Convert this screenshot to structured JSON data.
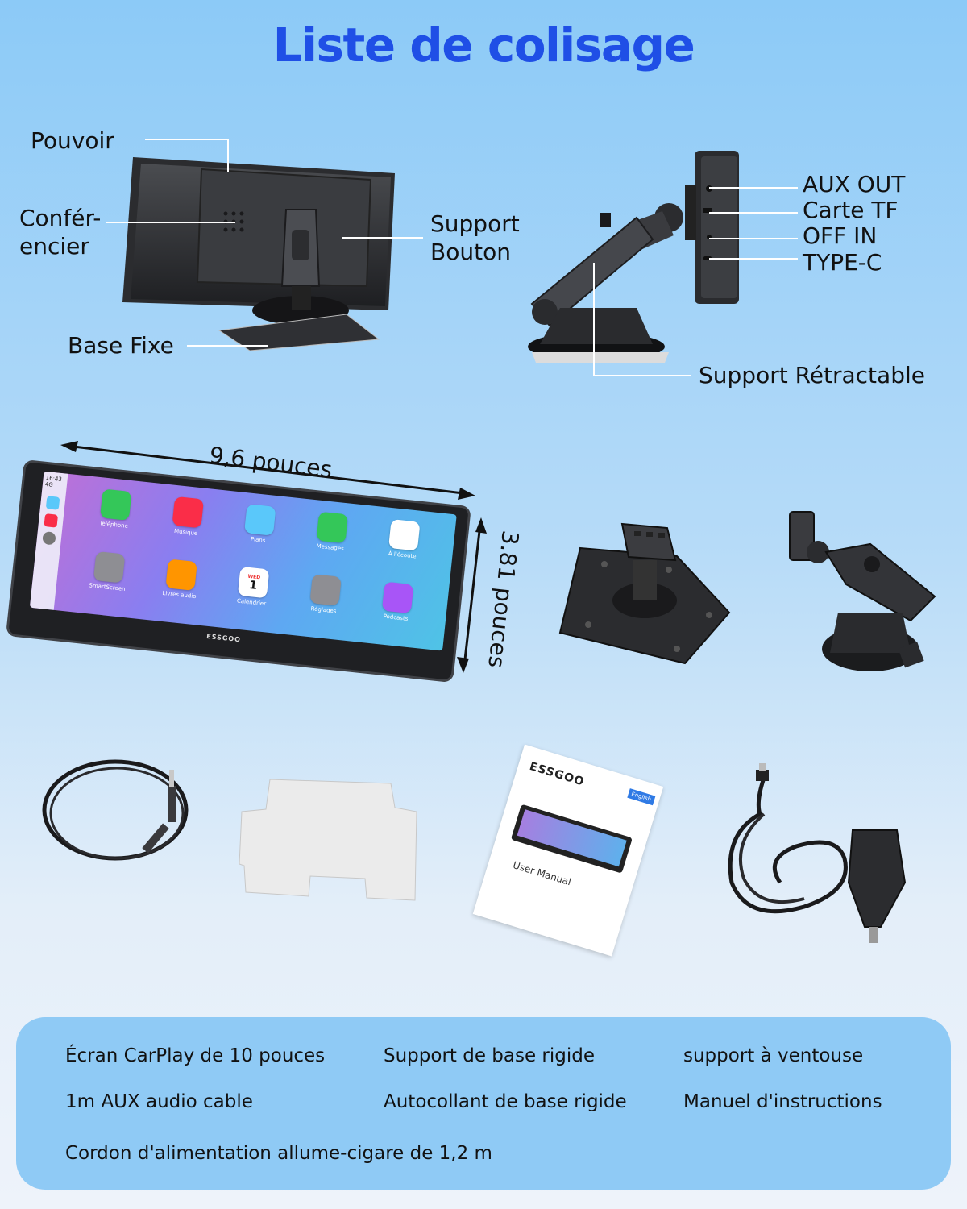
{
  "title": "Liste de colisage",
  "callouts": {
    "pouvoir": "Pouvoir",
    "conferencier_1": "Confér-",
    "conferencier_2": "encier",
    "support_1": "Support",
    "support_2": "Bouton",
    "base_fixe": "Base Fixe",
    "aux_out": "AUX OUT",
    "carte_tf": "Carte TF",
    "off_in": "OFF IN",
    "type_c": "TYPE-C",
    "support_retractable": "Support Rétractable"
  },
  "dimensions": {
    "width": "9,6 pouces",
    "height": "3.81 pouces"
  },
  "screen": {
    "brand": "ESSGOO",
    "time": "16:43",
    "signal": "4G",
    "apps": [
      {
        "name": "Téléphone",
        "color": "#34c759",
        "icon": "phone-icon"
      },
      {
        "name": "Musique",
        "color": "#fa2d48",
        "icon": "music-icon"
      },
      {
        "name": "Plans",
        "color": "#5ac8fa",
        "icon": "maps-icon"
      },
      {
        "name": "Messages",
        "color": "#34c759",
        "icon": "message-icon"
      },
      {
        "name": "À l'écoute",
        "color": "#ffffff",
        "icon": "waveform-icon"
      },
      {
        "name": "SmartScreen",
        "color": "#8e8e93",
        "icon": "home-icon"
      },
      {
        "name": "Livres audio",
        "color": "#ff9500",
        "icon": "book-icon"
      },
      {
        "name": "Calendrier",
        "color": "#ffffff",
        "icon": "calendar-icon"
      },
      {
        "name": "Réglages",
        "color": "#8e8e93",
        "icon": "gear-icon"
      },
      {
        "name": "Podcasts",
        "color": "#a855f7",
        "icon": "podcast-icon"
      }
    ],
    "calendar_day": "WED",
    "calendar_date": "1"
  },
  "manual": {
    "brand": "ESSGOO",
    "tag": "English",
    "title": "User Manual"
  },
  "items": [
    "Écran CarPlay de 10 pouces",
    "Support de base rigide",
    "support à ventouse",
    "1m AUX audio cable",
    "Autocollant de base rigide",
    "Manuel d'instructions",
    "Cordon d'alimentation allume-cigare de 1,2 m"
  ],
  "colors": {
    "title": "#1f4fe6",
    "summary_bg": "#8fcaf5"
  }
}
